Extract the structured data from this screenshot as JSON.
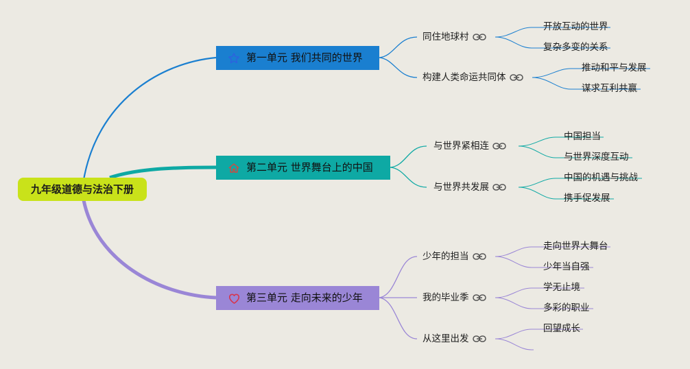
{
  "root": {
    "label": "九年级道德与法治下册",
    "color": "#c9e21a"
  },
  "units": [
    {
      "label": "第一单元 我们共同的世界",
      "icon": "star-icon",
      "color": "#1a7fd0",
      "lessons": [
        {
          "label": "同住地球村",
          "icon": "link-icon",
          "points": [
            "开放互动的世界",
            "复杂多变的关系"
          ]
        },
        {
          "label": "构建人类命运共同体",
          "icon": "link-icon",
          "points": [
            "推动和平与发展",
            "谋求互利共赢"
          ]
        }
      ]
    },
    {
      "label": "第二单元 世界舞台上的中国",
      "icon": "home-icon",
      "color": "#0ea9a4",
      "lessons": [
        {
          "label": "与世界紧相连",
          "icon": "link-icon",
          "points": [
            "中国担当",
            "与世界深度互动"
          ]
        },
        {
          "label": "与世界共发展",
          "icon": "link-icon",
          "points": [
            "中国的机遇与挑战",
            "携手促发展"
          ]
        }
      ]
    },
    {
      "label": "第三单元 走向未来的少年",
      "icon": "heart-icon",
      "color": "#9a86d6",
      "lessons": [
        {
          "label": "少年的担当",
          "icon": "link-icon",
          "points": [
            "走向世界大舞台",
            "少年当自强"
          ]
        },
        {
          "label": "我的毕业季",
          "icon": "link-icon",
          "points": [
            "学无止境",
            "多彩的职业"
          ]
        },
        {
          "label": "从这里出发",
          "icon": "link-icon",
          "points": [
            "回望成长",
            ""
          ]
        }
      ]
    }
  ]
}
